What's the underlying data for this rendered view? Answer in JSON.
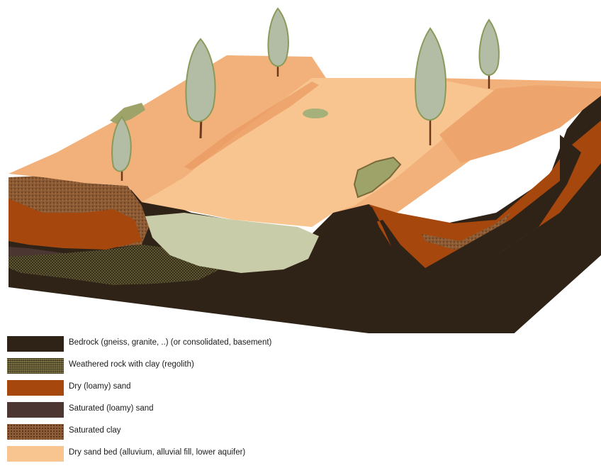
{
  "colors": {
    "bedrock": "#2f2317",
    "weathered_rock": "#6c6138",
    "dry_loamy_sand": "#a6470e",
    "saturated_loamy_sand": "#4b3631",
    "saturated_clay": "#8c5a33",
    "dry_sand_bed": "#f8c591",
    "surface_sand": "#f2b07a",
    "water_lens": "#c9cca9",
    "tree_foliage": "#b3bda5",
    "tree_trunk": "#6a3a1a"
  },
  "legend": [
    {
      "key": "bedrock",
      "label": "Bedrock (gneiss, granite, ..) (or consolidated, basement)",
      "color": "#2f2317",
      "pattern": "solid"
    },
    {
      "key": "weathered_rock",
      "label": "Weathered rock with clay (regolith)",
      "color": "#6c6138",
      "pattern": "crosshatch"
    },
    {
      "key": "dry_loamy_sand",
      "label": "Dry (loamy) sand",
      "color": "#a6470e",
      "pattern": "solid"
    },
    {
      "key": "saturated_loamy_sand",
      "label": "Saturated (loamy) sand",
      "color": "#4b3631",
      "pattern": "solid"
    },
    {
      "key": "saturated_clay",
      "label": "Saturated clay",
      "color": "#8c5a33",
      "pattern": "stipple"
    },
    {
      "key": "dry_sand_bed",
      "label": "Dry sand bed (alluvium, alluvial fill, lower aquifer)",
      "color": "#f8c591",
      "pattern": "solid"
    }
  ]
}
